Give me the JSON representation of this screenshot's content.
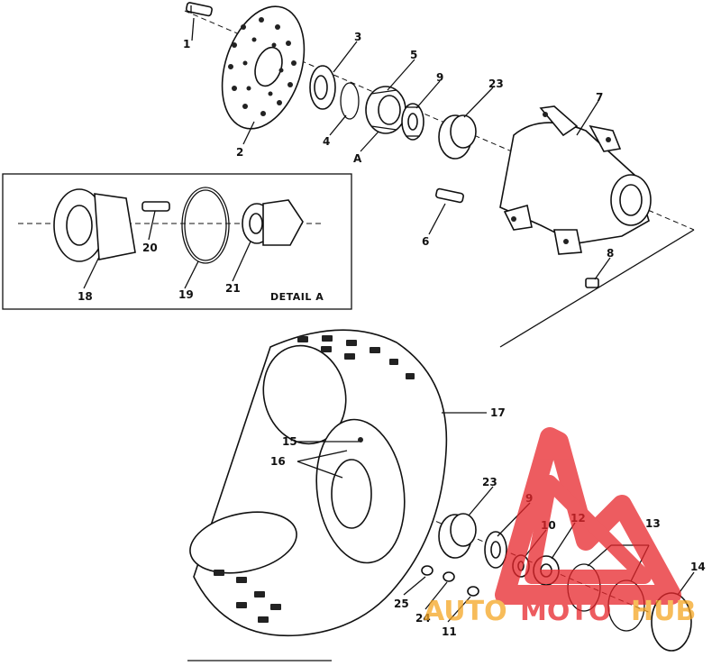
{
  "diagram": {
    "detail_caption": "DETAIL A",
    "callouts": [
      {
        "id": "p1",
        "text": "1"
      },
      {
        "id": "p2",
        "text": "2"
      },
      {
        "id": "p3",
        "text": "3"
      },
      {
        "id": "p4",
        "text": "4"
      },
      {
        "id": "pA",
        "text": "A"
      },
      {
        "id": "p5",
        "text": "5"
      },
      {
        "id": "p9a",
        "text": "9"
      },
      {
        "id": "p23a",
        "text": "23"
      },
      {
        "id": "p7",
        "text": "7"
      },
      {
        "id": "p6",
        "text": "6"
      },
      {
        "id": "p8",
        "text": "8"
      },
      {
        "id": "p18",
        "text": "18"
      },
      {
        "id": "p19",
        "text": "19"
      },
      {
        "id": "p20",
        "text": "20"
      },
      {
        "id": "p21",
        "text": "21"
      },
      {
        "id": "p17",
        "text": "17"
      },
      {
        "id": "p15",
        "text": "15"
      },
      {
        "id": "p16",
        "text": "16"
      },
      {
        "id": "p23b",
        "text": "23"
      },
      {
        "id": "p9b",
        "text": "9"
      },
      {
        "id": "p10",
        "text": "10"
      },
      {
        "id": "p12",
        "text": "12"
      },
      {
        "id": "p13",
        "text": "13"
      },
      {
        "id": "p14",
        "text": "14"
      },
      {
        "id": "p25",
        "text": "25"
      },
      {
        "id": "p24",
        "text": "24"
      },
      {
        "id": "p11",
        "text": "11"
      }
    ]
  },
  "watermark": {
    "word_a": "AUTO",
    "word_b": "MOTO",
    "word_c": "HUB",
    "color_red": "#e8262b",
    "color_orange": "#f5a623"
  }
}
